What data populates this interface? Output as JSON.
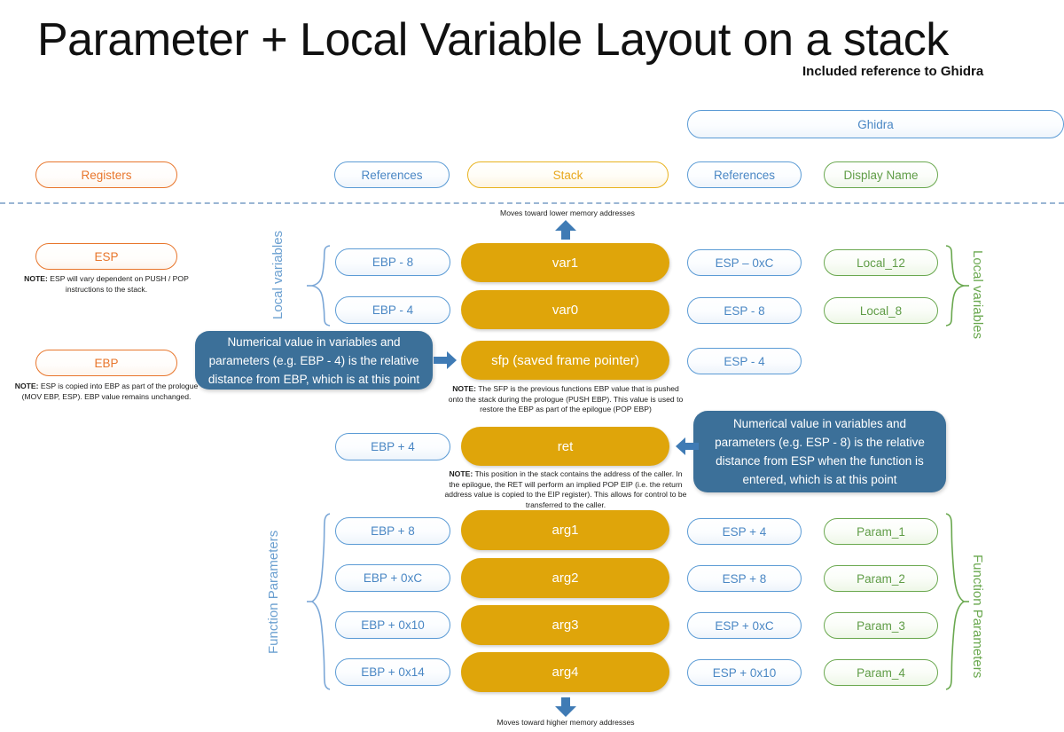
{
  "header": {
    "title": "Parameter + Local Variable Layout on a stack",
    "subtitle": "Included reference to Ghidra"
  },
  "legend": {
    "ghidra_bar": "Ghidra",
    "registers": "Registers",
    "references_left": "References",
    "stack": "Stack",
    "references_right": "References",
    "display_name": "Display Name"
  },
  "registers": [
    {
      "name": "ESP",
      "note_label": "NOTE:",
      "note": "ESP will vary dependent on PUSH / POP instructions to the stack."
    },
    {
      "name": "EBP",
      "note_label": "NOTE:",
      "note": "ESP is copied into EBP as part of the prologue (MOV EBP, ESP).  EBP value remains unchanged."
    }
  ],
  "captions": {
    "top_arrow": "Moves toward lower memory addresses",
    "bottom_arrow": "Moves toward higher memory addresses"
  },
  "group_labels": {
    "local_variables_left": "Local variables",
    "function_parameters_left": "Function Parameters",
    "local_variables_right": "Local variables",
    "function_parameters_right": "Function Parameters"
  },
  "callouts": [
    {
      "id": "ebp-callout",
      "text": "Numerical value in variables and parameters (e.g. EBP - 4) is the relative distance from EBP, which is at this point"
    },
    {
      "id": "esp-callout",
      "text": "Numerical value in variables and parameters (e.g. ESP - 8) is the relative distance from ESP when the function is entered, which is at this point"
    }
  ],
  "rows": [
    {
      "ref_left": "EBP - 8",
      "stack": "var1",
      "ref_right": "ESP – 0xC",
      "display": "Local_12"
    },
    {
      "ref_left": "EBP - 4",
      "stack": "var0",
      "ref_right": "ESP - 8",
      "display": "Local_8"
    },
    {
      "ref_left": "",
      "stack": "sfp (saved frame pointer)",
      "ref_right": "ESP - 4",
      "display": ""
    },
    {
      "ref_left": "EBP + 4",
      "stack": "ret",
      "ref_right": "",
      "display": ""
    },
    {
      "ref_left": "EBP + 8",
      "stack": "arg1",
      "ref_right": "ESP + 4",
      "display": "Param_1"
    },
    {
      "ref_left": "EBP + 0xC",
      "stack": "arg2",
      "ref_right": "ESP + 8",
      "display": "Param_2"
    },
    {
      "ref_left": "EBP + 0x10",
      "stack": "arg3",
      "ref_right": "ESP + 0xC",
      "display": "Param_3"
    },
    {
      "ref_left": "EBP + 0x14",
      "stack": "arg4",
      "ref_right": "ESP + 0x10",
      "display": "Param_4"
    }
  ],
  "notes": {
    "sfp_label": "NOTE:",
    "sfp": "The SFP is the previous functions EBP value that is pushed onto the stack during the prologue (PUSH EBP).  This value is used to restore the EBP as part of the epilogue (POP EBP)",
    "ret_label": "NOTE:",
    "ret": "This position in the stack contains the address of the caller.  In the epilogue, the RET will perform an implied POP EIP (i.e. the return address value is copied to the EIP register). This allows for control to be transferred to the caller."
  },
  "colors": {
    "orange": "#e8762c",
    "blue": "#5b9bd5",
    "amber": "#dfa50a",
    "amber_legend": "#e8b21e",
    "green": "#6aa84f",
    "callout_blue": "#3c7099",
    "divider": "#9ab6d4"
  }
}
